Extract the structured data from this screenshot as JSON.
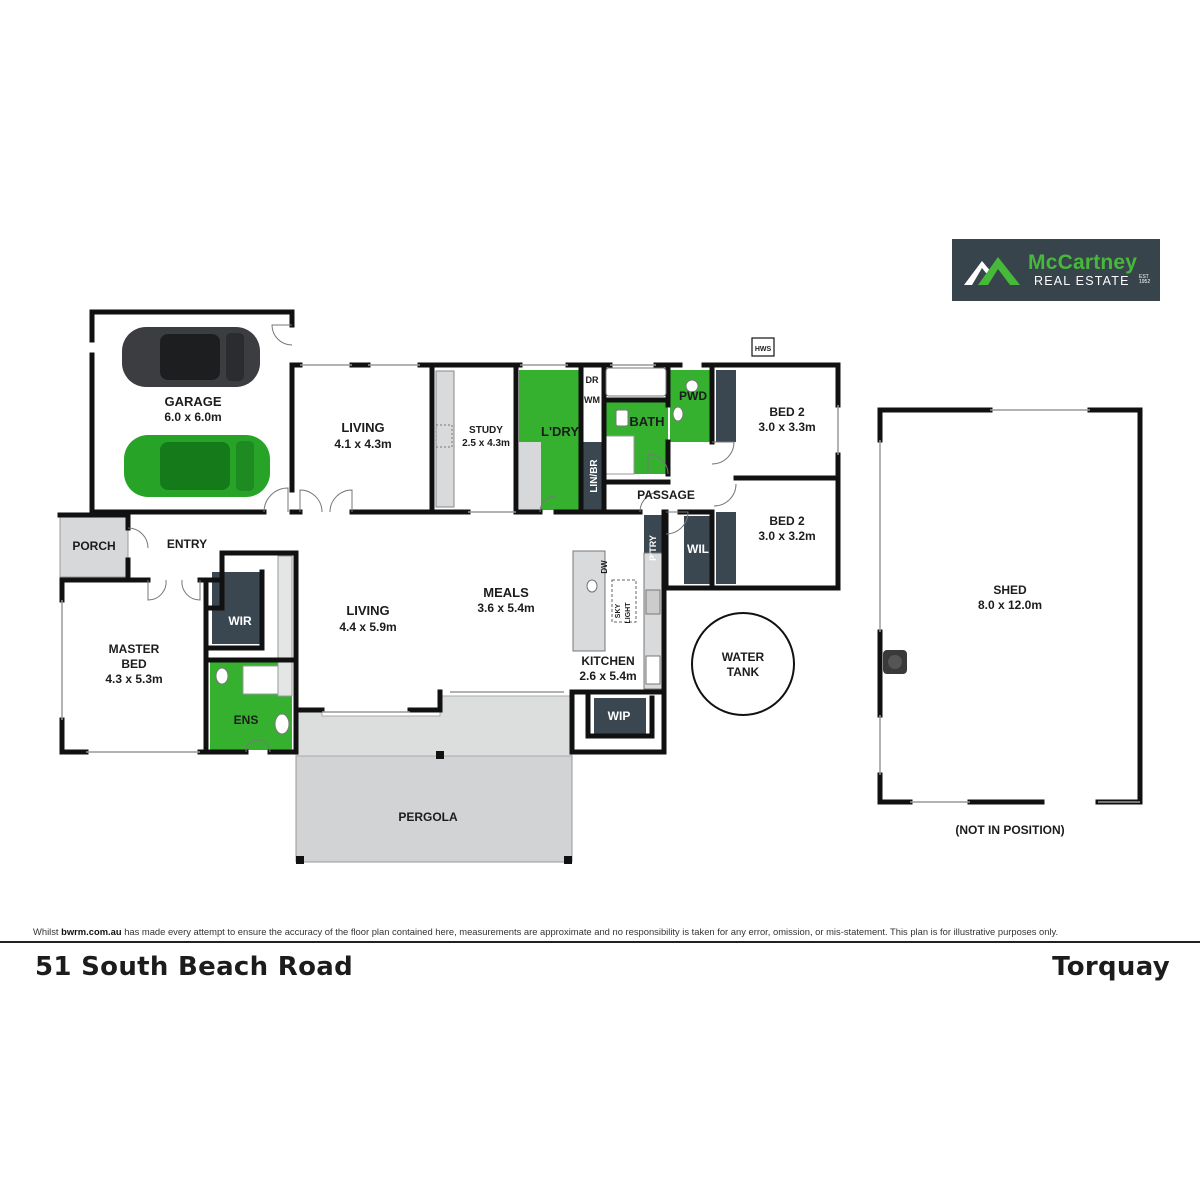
{
  "brand": {
    "name": "McCartney",
    "sub": "REAL ESTATE",
    "est_line1": "EST",
    "est_line2": "1952",
    "color_green": "#46b83a",
    "color_dark": "#37444c"
  },
  "rooms": {
    "garage": {
      "name": "GARAGE",
      "size": "6.0 x 6.0m"
    },
    "living1": {
      "name": "LIVING",
      "size": "4.1 x 4.3m"
    },
    "study": {
      "name": "STUDY",
      "size": "2.5 x 4.3m"
    },
    "laundry": {
      "name": "L'DRY"
    },
    "bath": {
      "name": "BATH"
    },
    "pwd": {
      "name": "PWD"
    },
    "bed2a": {
      "name": "BED 2",
      "size": "3.0 x 3.3m"
    },
    "bed2b": {
      "name": "BED 2",
      "size": "3.0 x 3.2m"
    },
    "passage": {
      "name": "PASSAGE"
    },
    "porch": {
      "name": "PORCH"
    },
    "entry": {
      "name": "ENTRY"
    },
    "master": {
      "line1": "MASTER",
      "line2": "BED",
      "size": "4.3 x 5.3m"
    },
    "wir": {
      "name": "WIR"
    },
    "ens": {
      "name": "ENS"
    },
    "living2": {
      "name": "LIVING",
      "size": "4.4 x 5.9m"
    },
    "meals": {
      "name": "MEALS",
      "size": "3.6 x 5.4m"
    },
    "kitchen": {
      "name": "KITCHEN",
      "size": "2.6 x 5.4m"
    },
    "wip": {
      "name": "WIP"
    },
    "wil": {
      "name": "WIL"
    },
    "ptry": {
      "name": "P'TRY"
    },
    "pergola": {
      "name": "PERGOLA"
    },
    "shed": {
      "name": "SHED",
      "size": "8.0 x 12.0m"
    },
    "water_tank": {
      "line1": "WATER",
      "line2": "TANK"
    }
  },
  "fixtures": {
    "hws": "HWS",
    "dr": "DR",
    "wm": "WM",
    "linbr": "LIN/BR",
    "dw": "DW",
    "skylight1": "SKY",
    "skylight2": "LIGHT"
  },
  "notes": {
    "not_in_position": "(NOT IN POSITION)"
  },
  "footer": {
    "disclaimer_prefix": "Whilst",
    "disclaimer_site": "bwrm.com.au",
    "disclaimer_rest": "has made every attempt to ensure the accuracy of the floor plan contained here, measurements are approximate and no responsibility is taken for any error, omission, or mis-statement. This plan is for illustrative purposes only.",
    "address": "51 South Beach Road",
    "suburb": "Torquay"
  }
}
